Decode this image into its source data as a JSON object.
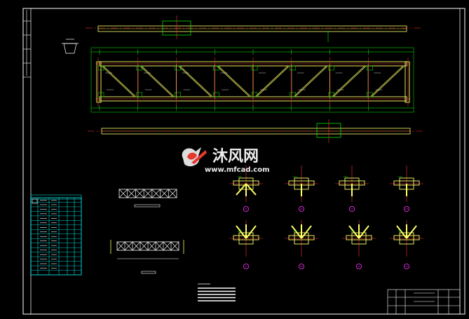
{
  "watermark": {
    "name": "沐风网",
    "url": "www.mfcad.com"
  },
  "colors": {
    "background": "#000000",
    "frame": "#ffffff",
    "member": "#ffff66",
    "dim": "#00ff00",
    "center": "#ff3333",
    "table": "#00ffff",
    "node_label": "#ff33ff",
    "watermark": "#e8e8e8",
    "logo_red": "#e43a2e"
  },
  "drawing": {
    "truss_bays": 8,
    "node_detail_count": 8,
    "table_rows": 17
  }
}
